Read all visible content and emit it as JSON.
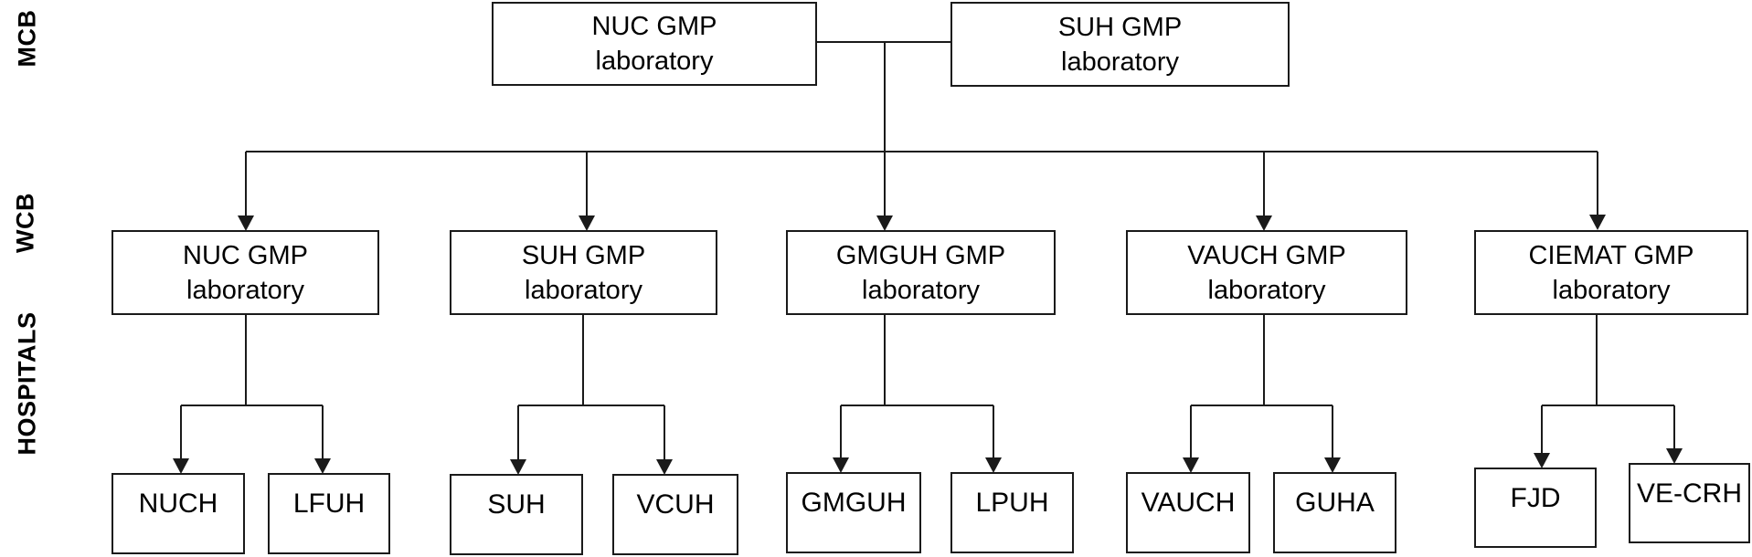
{
  "row_labels": {
    "mcb": "MCB",
    "wcb": "WCB",
    "hospitals": "HOSPITALS"
  },
  "mcb_nodes": [
    {
      "label": "NUC GMP\nlaboratory"
    },
    {
      "label": "SUH GMP\nlaboratory"
    }
  ],
  "wcb_nodes": [
    {
      "label": "NUC GMP\nlaboratory"
    },
    {
      "label": "SUH GMP\nlaboratory"
    },
    {
      "label": "GMGUH GMP\nlaboratory"
    },
    {
      "label": "VAUCH GMP\nlaboratory"
    },
    {
      "label": "CIEMAT GMP\nlaboratory"
    }
  ],
  "hospital_nodes": [
    {
      "label": "NUCH"
    },
    {
      "label": "LFUH"
    },
    {
      "label": "SUH"
    },
    {
      "label": "VCUH"
    },
    {
      "label": "GMGUH"
    },
    {
      "label": "LPUH"
    },
    {
      "label": "VAUCH"
    },
    {
      "label": "GUHA"
    },
    {
      "label": "FJD"
    },
    {
      "label": "VE-CRH"
    }
  ],
  "colors": {
    "line": "#1a1a1a",
    "text": "#000000",
    "background": "#ffffff"
  }
}
